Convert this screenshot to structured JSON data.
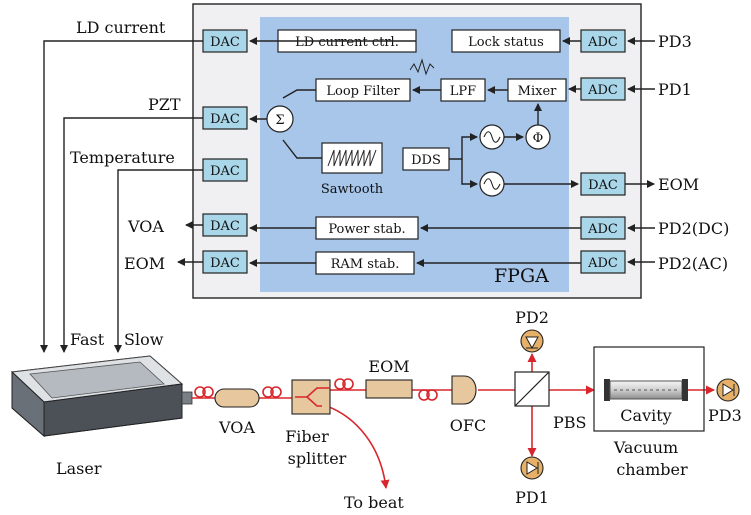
{
  "fpga": {
    "title": "FPGA",
    "dac": "DAC",
    "adc": "ADC",
    "blocks": {
      "ld_current_ctrl": "LD current ctrl.",
      "lock_status": "Lock status",
      "loop_filter": "Loop Filter",
      "lpf": "LPF",
      "mixer": "Mixer",
      "sum": "Σ",
      "sawtooth": "Sawtooth",
      "dds": "DDS",
      "phase": "Φ",
      "power_stab": "Power stab.",
      "ram_stab": "RAM stab."
    }
  },
  "signals": {
    "ld_current": "LD current",
    "pzt": "PZT",
    "temperature": "Temperature",
    "voa": "VOA",
    "eom_left": "EOM",
    "pd3": "PD3",
    "pd1": "PD1",
    "eom_right": "EOM",
    "pd2_dc": "PD2(DC)",
    "pd2_ac": "PD2(AC)"
  },
  "optics": {
    "fast": "Fast",
    "slow": "Slow",
    "laser": "Laser",
    "voa": "VOA",
    "fiber_splitter_1": "Fiber",
    "fiber_splitter_2": "splitter",
    "to_beat": "To beat",
    "eom": "EOM",
    "ofc": "OFC",
    "pbs": "PBS",
    "pd2": "PD2",
    "pd1": "PD1",
    "pd3": "PD3",
    "cavity": "Cavity",
    "vacuum_1": "Vacuum",
    "vacuum_2": "chamber"
  },
  "colors": {
    "fpga_panel": "#f0f0f2",
    "fpga_inner": "#a7c6ea",
    "dac_box": "#a9d6e8",
    "beam": "#d8262c",
    "detector": "#e7b069"
  }
}
